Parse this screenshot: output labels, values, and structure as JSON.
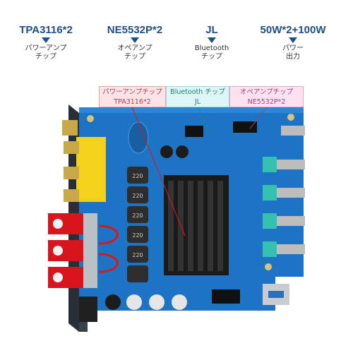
{
  "specs": [
    {
      "title": "TPA3116*2",
      "desc1": "パワーアンプ",
      "desc2": "チップ"
    },
    {
      "title": "NE5532P*2",
      "desc1": "オペアンプ",
      "desc2": "チップ"
    },
    {
      "title": "JL",
      "desc1": "Bluetooth",
      "desc2": "チップ"
    },
    {
      "title": "50W*2+100W",
      "desc1": "パワー",
      "desc2": "出力"
    }
  ],
  "callouts": [
    {
      "line1": "パワーアンプチップ",
      "line2": "TPA3116*2"
    },
    {
      "line1": "Bluetooth チップ",
      "line2": "JL"
    },
    {
      "line1": "オペアンプチップ",
      "line2": "NE5532P*2"
    }
  ],
  "board": {
    "inductor_label": "220",
    "colors": {
      "pcb": "#1e74c4",
      "heatsink": "#1a1a1a",
      "rca": "#f2d21b",
      "terminal": "#d8141c",
      "pot_base": "#35c0b0"
    }
  }
}
